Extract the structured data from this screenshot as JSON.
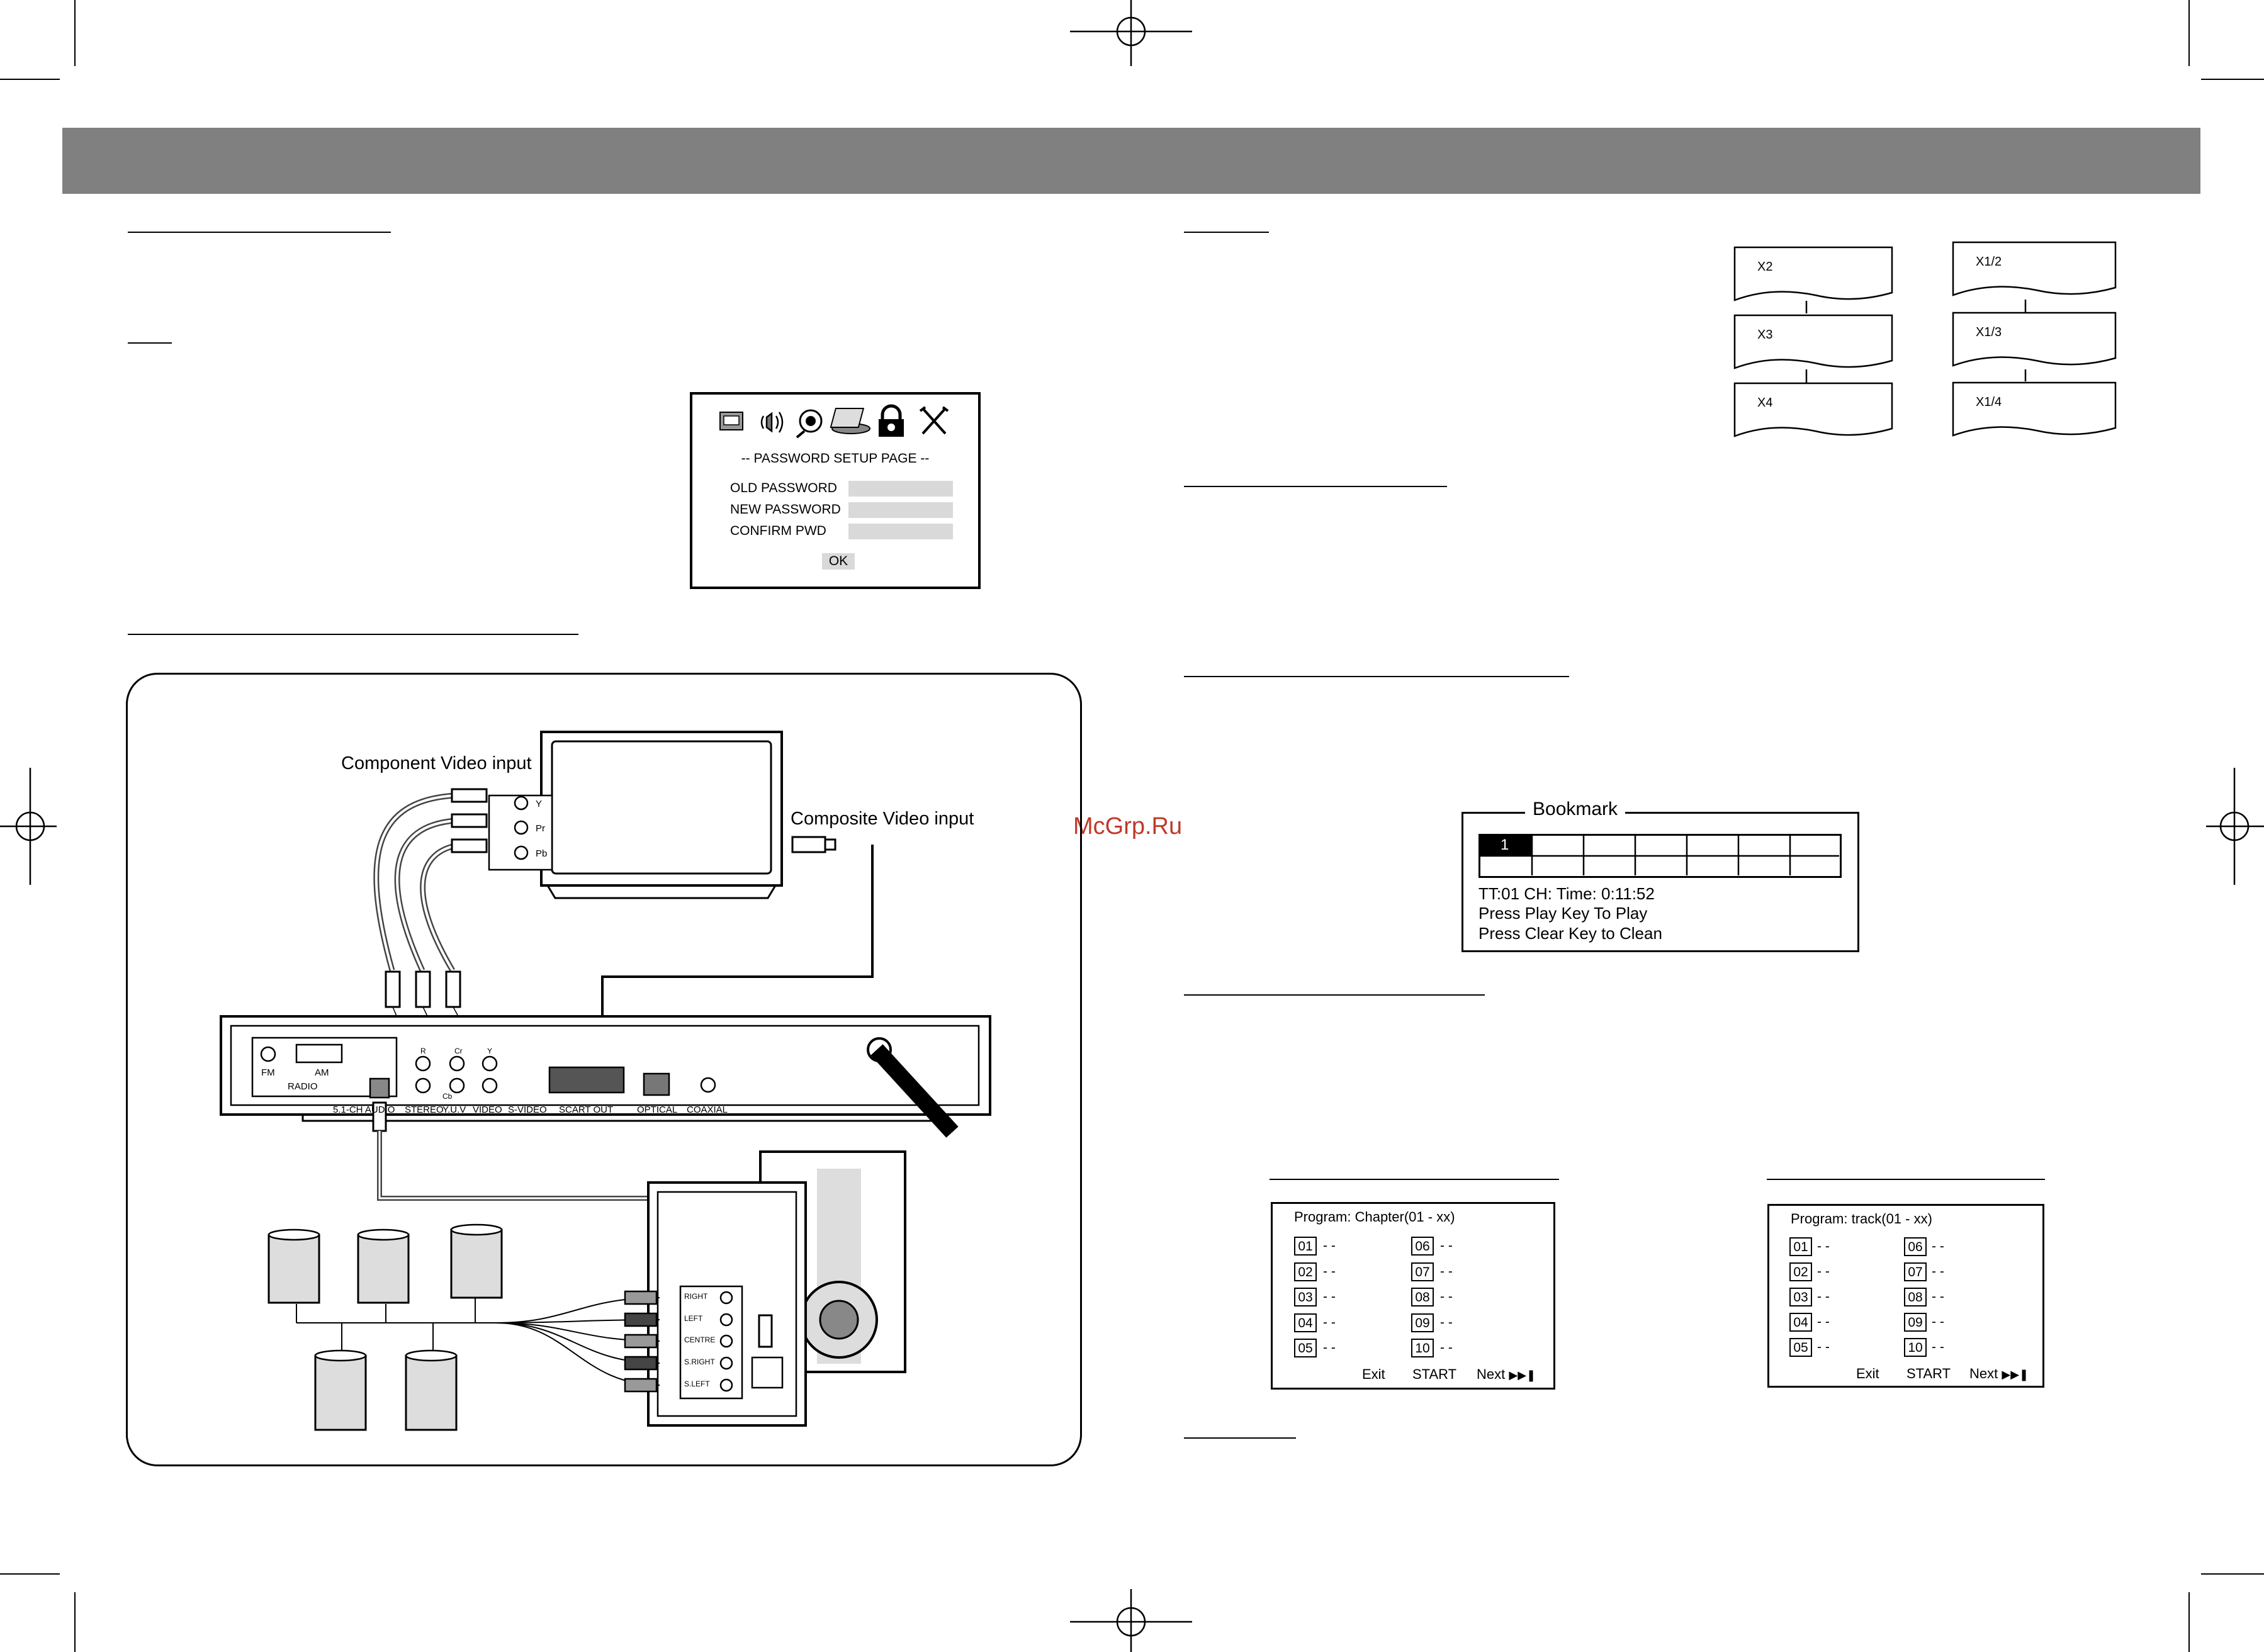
{
  "watermark": "McGrp.Ru",
  "password_dialog": {
    "icons": [
      "general-setup-icon",
      "audio-setup-icon",
      "video-setup-icon",
      "speaker-setup-icon",
      "lock-icon",
      "exit-icon"
    ],
    "title": "-- PASSWORD SETUP PAGE --",
    "fields": [
      "OLD PASSWORD",
      "NEW PASSWORD",
      "CONFIRM PWD"
    ],
    "ok_label": "OK"
  },
  "speed": {
    "fast": [
      "X2",
      "X3",
      "X4"
    ],
    "slow": [
      "X1/2",
      "X1/3",
      "X1/4"
    ]
  },
  "bookmark": {
    "title": "Bookmark",
    "selected_slot": "1",
    "lines": [
      "TT:01 CH: Time: 0:11:52",
      "Press Play Key To Play",
      "Press Clear Key to Clean"
    ]
  },
  "program_chapter": {
    "title": "Program: Chapter(01 - xx)",
    "slots": [
      "01",
      "02",
      "03",
      "04",
      "05",
      "06",
      "07",
      "08",
      "09",
      "10"
    ],
    "empty": "- -",
    "buttons": [
      "Exit",
      "START",
      "Next"
    ]
  },
  "program_track": {
    "title": "Program: track(01 - xx)",
    "slots": [
      "01",
      "02",
      "03",
      "04",
      "05",
      "06",
      "07",
      "08",
      "09",
      "10"
    ],
    "empty": "- -",
    "buttons": [
      "Exit",
      "START",
      "Next"
    ]
  },
  "diagram": {
    "component_label": "Component Video input",
    "composite_label": "Composite Video input",
    "tv_jacks": [
      "Y",
      "Pr",
      "Pb"
    ],
    "radio": {
      "fm": "FM",
      "am": "AM",
      "radio": "RADIO"
    },
    "jack_top": [
      "R",
      "Cr",
      "Y"
    ],
    "jack_cb": "Cb",
    "rear_labels": [
      "5.1-CH AUDIO",
      "STEREO",
      "Y.U.V",
      "VIDEO",
      "S-VIDEO",
      "SCART OUT",
      "OPTICAL",
      "COAXIAL"
    ],
    "sub_outputs": [
      "RIGHT",
      "LEFT",
      "CENTRE",
      "S.RIGHT",
      "S.LEFT"
    ]
  }
}
